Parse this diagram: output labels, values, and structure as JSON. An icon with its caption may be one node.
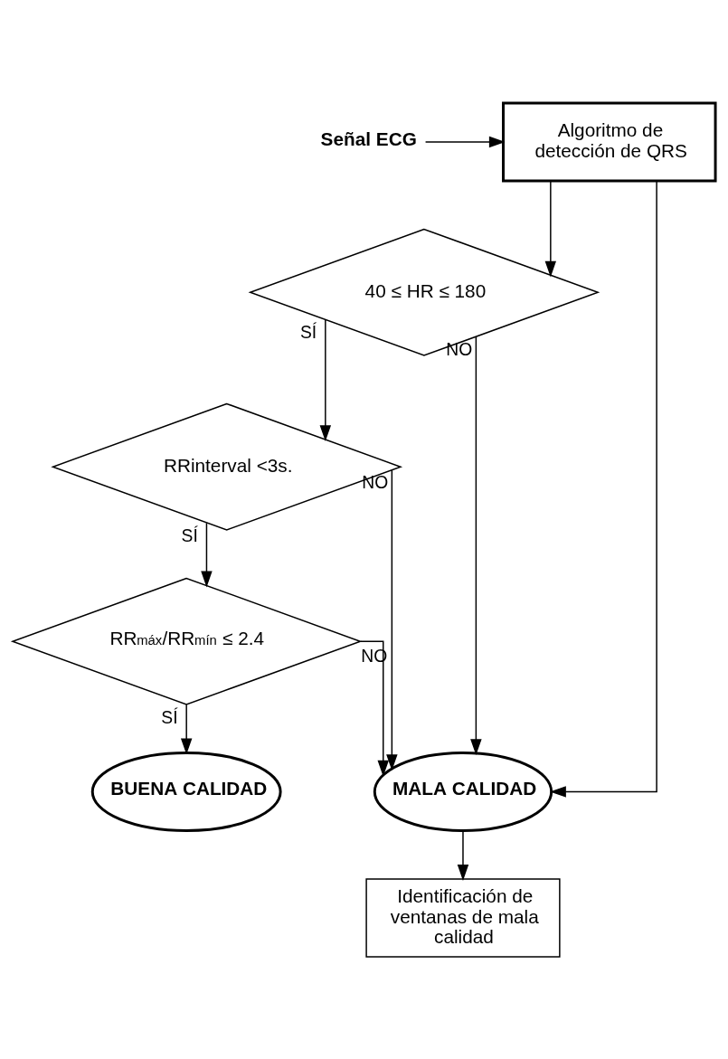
{
  "diagram": {
    "nodes": [
      {
        "text": [
          "Señal ECG"
        ]
      },
      {
        "text": [
          "Algoritmo de detección de QRS"
        ]
      },
      {
        "text": [
          "40 ≤ HR ≤ 180"
        ]
      },
      {
        "text": [
          "RRinterval <3s."
        ]
      },
      {
        "text": [
          "RR$_{máx}$/RR$_{mín}$ ≤ 2.4"
        ]
      },
      {
        "text": [
          "BUENA CALIDAD"
        ]
      },
      {
        "text": [
          "MALA CALIDAD"
        ]
      },
      {
        "text": [
          "Identificación de ventanas de mala calidad"
        ]
      }
    ],
    "edges": [
      {
        "from": 0,
        "to": 1,
        "arrow": "to"
      },
      {
        "from": 1,
        "to": 2,
        "arrow": "to"
      },
      {
        "from": 2,
        "to": 3,
        "arrow": "to",
        "label": "SÍ"
      },
      {
        "from": 3,
        "to": 4,
        "arrow": "to",
        "label": "SÍ"
      },
      {
        "from": 4,
        "to": 5,
        "arrow": "to",
        "label": "SÍ"
      },
      {
        "from": 1,
        "to": 6,
        "arrow": "to"
      },
      {
        "from": 2,
        "to": 6,
        "arrow": "to",
        "label": "NO"
      },
      {
        "from": 3,
        "to": 6,
        "arrow": "to",
        "label": "NO"
      },
      {
        "from": 4,
        "to": 6,
        "arrow": "to",
        "label": "NO"
      },
      {
        "from": 6,
        "to": 7,
        "arrow": "to"
      }
    ]
  }
}
